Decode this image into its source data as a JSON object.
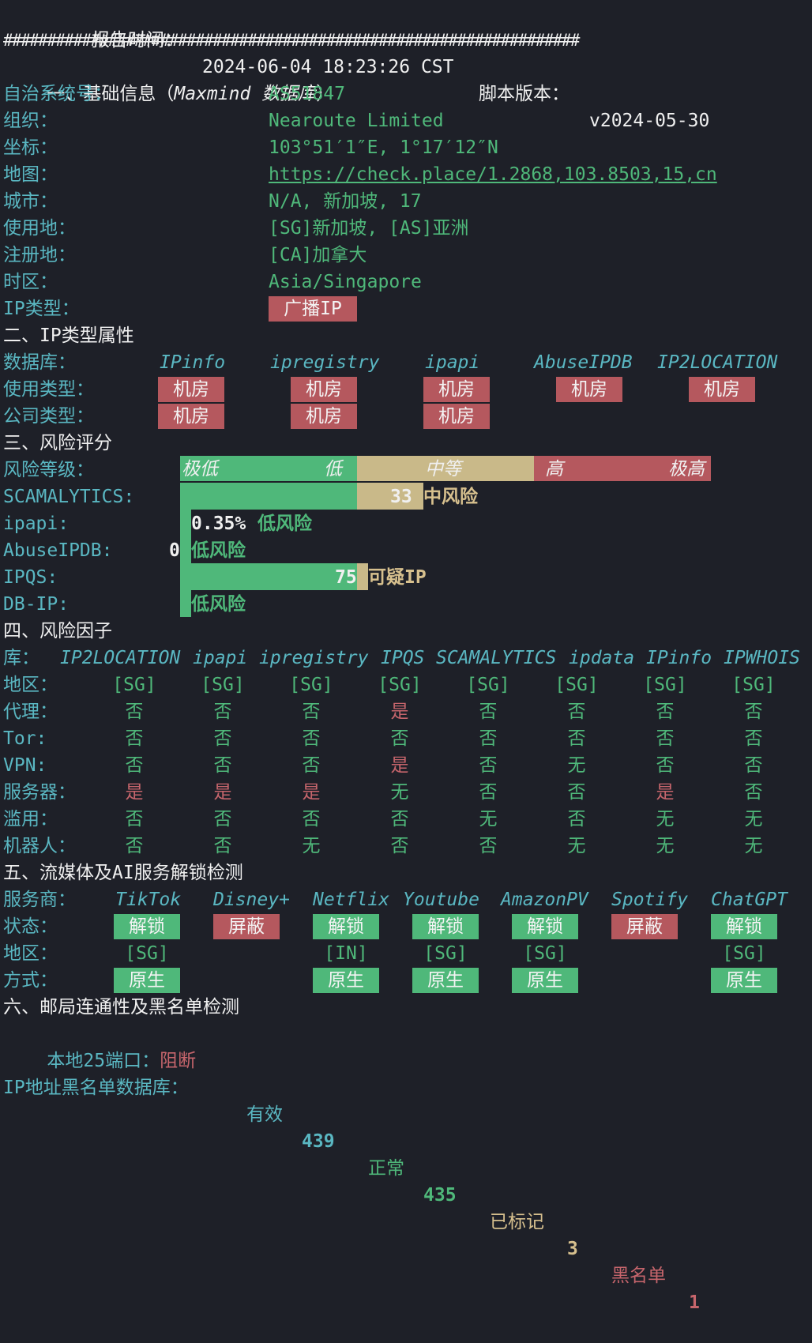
{
  "header": {
    "time_label": "报告时间：",
    "time_value": "2024-06-04 18:23:26 CST",
    "version_label": "脚本版本：",
    "version_value": "v2024-05-30",
    "separator": "##################################################################"
  },
  "s1": {
    "title_a": "一、基础信息（",
    "title_b": "Maxmind 数据库",
    "title_c": "）",
    "rows": [
      {
        "label": "自治系统号：",
        "value": "AS51847"
      },
      {
        "label": "组织：",
        "value": "Nearoute Limited"
      },
      {
        "label": "坐标：",
        "value": "103°51′1″E, 1°17′12″N"
      },
      {
        "label": "地图：",
        "value": "https://check.place/1.2868,103.8503,15,cn"
      },
      {
        "label": "城市：",
        "value": "N/A, 新加坡, 17"
      },
      {
        "label": "使用地：",
        "value": "[SG]新加坡, [AS]亚洲"
      },
      {
        "label": "注册地：",
        "value": "[CA]加拿大"
      },
      {
        "label": "时区：",
        "value": "Asia/Singapore"
      },
      {
        "label": "IP类型：",
        "value": "广播IP"
      }
    ]
  },
  "s2": {
    "title": "二、IP类型属性",
    "db_label": "数据库：",
    "dbs": [
      "IPinfo",
      "ipregistry",
      "ipapi",
      "AbuseIPDB",
      "IP2LOCATION"
    ],
    "usage_label": "使用类型：",
    "usage": [
      "机房",
      "机房",
      "机房",
      "机房",
      "机房"
    ],
    "company_label": "公司类型：",
    "company": [
      "机房",
      "机房",
      "机房"
    ]
  },
  "s3": {
    "title": "三、风险评分",
    "level_label": "风险等级：",
    "scale": [
      "极低",
      "低",
      "中等",
      "高",
      "极高"
    ],
    "items": [
      {
        "label": "SCAMALYTICS:",
        "score": "33",
        "text": "中风险"
      },
      {
        "label": "ipapi:",
        "score": "0.35%",
        "text": "低风险"
      },
      {
        "label": "AbuseIPDB:",
        "score": "0",
        "text": "低风险"
      },
      {
        "label": "IPQS:",
        "score": "75",
        "text": "可疑IP"
      },
      {
        "label": "DB-IP:",
        "score": "",
        "text": "低风险"
      }
    ]
  },
  "s4": {
    "title": "四、风险因子",
    "lib_label": "库：",
    "dbs": [
      "IP2LOCATION",
      "ipapi",
      "ipregistry",
      "IPQS",
      "SCAMALYTICS",
      "ipdata",
      "IPinfo",
      "IPWHOIS"
    ],
    "rows": [
      {
        "label": "地区：",
        "values": [
          "[SG]",
          "[SG]",
          "[SG]",
          "[SG]",
          "[SG]",
          "[SG]",
          "[SG]",
          "[SG]"
        ]
      },
      {
        "label": "代理：",
        "values": [
          "否",
          "否",
          "否",
          "是",
          "否",
          "否",
          "否",
          "否"
        ]
      },
      {
        "label": "Tor:",
        "values": [
          "否",
          "否",
          "否",
          "否",
          "否",
          "否",
          "否",
          "否"
        ]
      },
      {
        "label": "VPN:",
        "values": [
          "否",
          "否",
          "否",
          "是",
          "否",
          "无",
          "否",
          "否"
        ]
      },
      {
        "label": "服务器：",
        "values": [
          "是",
          "是",
          "是",
          "无",
          "否",
          "否",
          "是",
          "否"
        ]
      },
      {
        "label": "滥用：",
        "values": [
          "否",
          "否",
          "否",
          "否",
          "无",
          "否",
          "无",
          "无"
        ]
      },
      {
        "label": "机器人：",
        "values": [
          "否",
          "否",
          "无",
          "否",
          "否",
          "无",
          "无",
          "无"
        ]
      }
    ]
  },
  "s5": {
    "title": "五、流媒体及AI服务解锁检测",
    "provider_label": "服务商：",
    "providers": [
      "TikTok",
      "Disney+",
      "Netflix",
      "Youtube",
      "AmazonPV",
      "Spotify",
      "ChatGPT"
    ],
    "status_label": "状态：",
    "status": [
      "解锁",
      "屏蔽",
      "解锁",
      "解锁",
      "解锁",
      "屏蔽",
      "解锁"
    ],
    "region_label": "地区：",
    "region": [
      "[SG]",
      "",
      "[IN]",
      "[SG]",
      "[SG]",
      "",
      "[SG]"
    ],
    "method_label": "方式：",
    "method": [
      "原生",
      "",
      "原生",
      "原生",
      "原生",
      "",
      "原生"
    ]
  },
  "s6": {
    "title": "六、邮局连通性及黑名单检测",
    "port_label": "本地25端口：",
    "port_value": "阻断",
    "bl_label": "IP地址黑名单数据库：",
    "valid_label": "有效",
    "valid_value": "439",
    "normal_label": "正常",
    "normal_value": "435",
    "marked_label": "已标记",
    "marked_value": "3",
    "black_label": "黑名单",
    "black_value": "1"
  },
  "colors": {
    "background": "#1e2028",
    "label": "#5ab7c2",
    "value": "#4fb87a",
    "risk": "#c6656c",
    "medium": "#d7c08e"
  }
}
